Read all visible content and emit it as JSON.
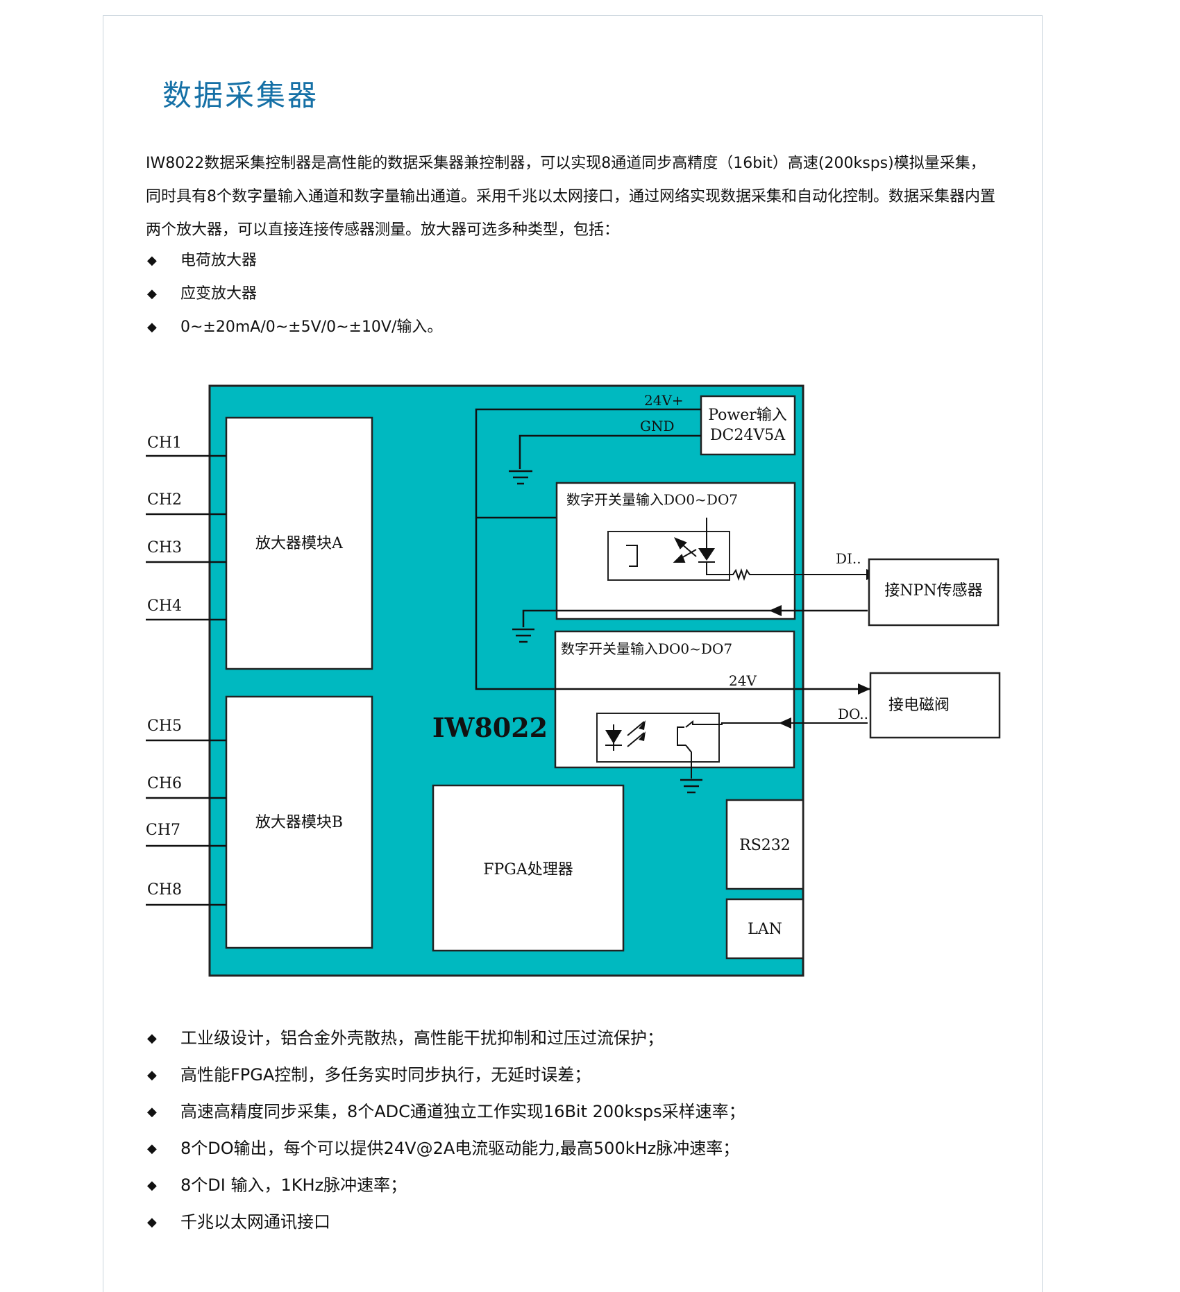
{
  "title": "数据采集器",
  "intro": "IW8022数据采集控制器是高性能的数据采集器兼控制器，可以实现8通道同步高精度（16bit）高速(200ksps)模拟量采集，同时具有8个数字量输入通道和数字量输出通道。采用千兆以太网接口，通过网络实现数据采集和自动化控制。数据采集器内置两个放大器，可以直接连接传感器测量。放大器可选多种类型，包括：",
  "amplifier_types": [
    "电荷放大器",
    "应变放大器",
    "0~±20mA/0~±5V/0~±10V/输入。"
  ],
  "diagram": {
    "board_label": "IW8022",
    "board_color": "#00b9c0",
    "channels": [
      "CH1",
      "CH2",
      "CH3",
      "CH4",
      "CH5",
      "CH6",
      "CH7",
      "CH8"
    ],
    "amp_a": "放大器模块A",
    "amp_b": "放大器模块B",
    "power_line1": "Power输入",
    "power_line2": "DC24V5A",
    "v24plus": "24V+",
    "gnd": "GND",
    "di_block": "数字开关量输入DO0~DO7",
    "do_block": "数字开关量输入DO0~DO7",
    "v24": "24V",
    "di_label": "DI..",
    "do_label": "DO..",
    "npn_sensor": "接NPN传感器",
    "solenoid": "接电磁阀",
    "fpga": "FPGA处理器",
    "rs232": "RS232",
    "lan": "LAN"
  },
  "features": [
    "工业级设计，铝合金外壳散热，高性能干扰抑制和过压过流保护；",
    "高性能FPGA控制，多任务实时同步执行，无延时误差；",
    "高速高精度同步采集，8个ADC通道独立工作实现16Bit 200ksps采样速率；",
    "8个DO输出，每个可以提供24V@2A电流驱动能力,最高500kHz脉冲速率；",
    "8个DI 输入，1KHz脉冲速率；",
    "千兆以太网通讯接口"
  ],
  "bullet_symbol": "◆"
}
